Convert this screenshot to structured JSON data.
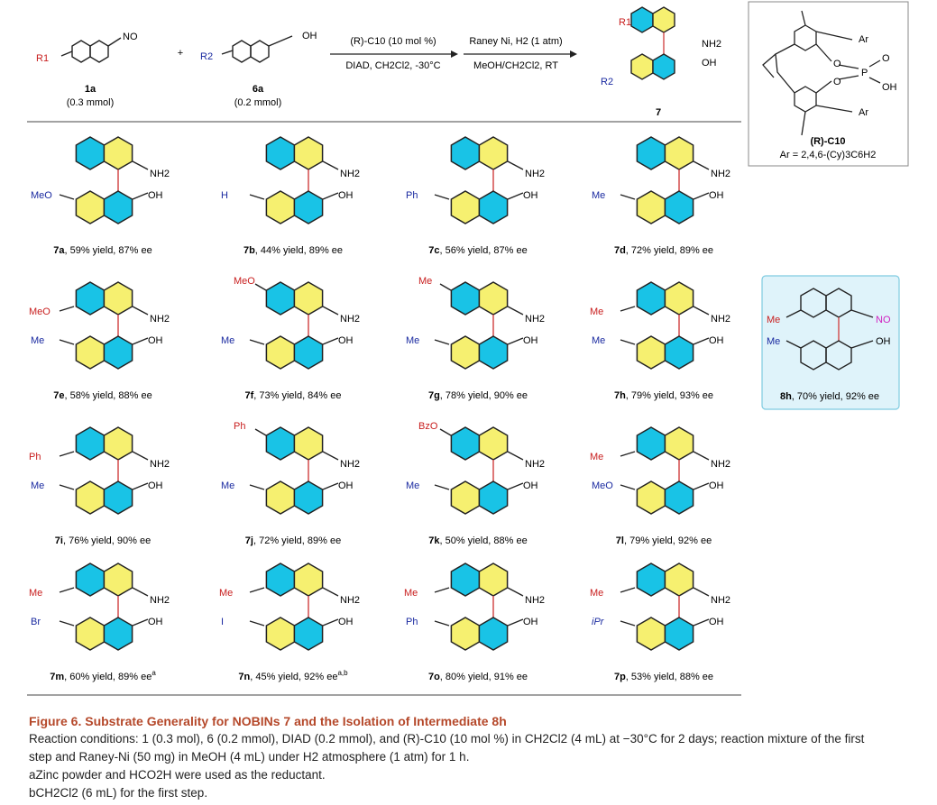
{
  "colors": {
    "blue_ring": "#19c3e6",
    "yellow_ring": "#f6f070",
    "red_label": "#c81e1e",
    "blue_label": "#1a2aa0",
    "magenta_label": "#d020c0",
    "caption_title": "#b5482a",
    "highlight_fill": "#dff3fa",
    "highlight_stroke": "#7fcbe0",
    "bond_red": "#d34a4a"
  },
  "reaction": {
    "reagent1": {
      "sub": "R1",
      "group": "NO",
      "label": "1a",
      "amount": "(0.3 mmol)"
    },
    "plus": "+",
    "reagent2": {
      "sub": "R2",
      "group": "OH",
      "label": "6a",
      "amount": "(0.2 mmol)"
    },
    "arrow1_top": "(R)-C10 (10 mol %)",
    "arrow1_bottom": "DIAD, CH2Cl2, -30°C",
    "arrow2_top": "Raney Ni, H2 (1 atm)",
    "arrow2_bottom": "MeOH/CH2Cl2, RT",
    "product": {
      "r1": "R1",
      "r2": "R2",
      "nh2": "NH2",
      "oh": "OH",
      "label": "7"
    }
  },
  "catalyst": {
    "ar": "Ar",
    "o": "O",
    "p": "P",
    "oh": "OH",
    "name": "(R)-C10",
    "ar_def": "Ar = 2,4,6-(Cy)3C6H2"
  },
  "compounds": [
    {
      "id": "7a",
      "rest": ", 59% yield, 87% ee",
      "top_sub": "",
      "mid_sub": "",
      "bot_sub": "MeO",
      "top_ring": "blue",
      "bot_ring": "yellow"
    },
    {
      "id": "7b",
      "rest": ", 44% yield, 89% ee",
      "top_sub": "",
      "mid_sub": "",
      "bot_sub": "H",
      "top_ring": "blue",
      "bot_ring": "yellow"
    },
    {
      "id": "7c",
      "rest": ", 56% yield, 87% ee",
      "top_sub": "",
      "mid_sub": "",
      "bot_sub": "Ph",
      "top_ring": "blue",
      "bot_ring": "yellow"
    },
    {
      "id": "7d",
      "rest": ", 72% yield, 89% ee",
      "top_sub": "",
      "mid_sub": "",
      "bot_sub": "Me",
      "top_ring": "blue",
      "bot_ring": "yellow"
    },
    {
      "id": "7e",
      "rest": ", 58% yield, 88% ee",
      "top_sub": "",
      "mid_sub": "MeO",
      "bot_sub": "Me",
      "top_ring": "blue",
      "bot_ring": "yellow"
    },
    {
      "id": "7f",
      "rest": ", 73% yield, 84% ee",
      "top_sub": "MeO",
      "mid_sub": "",
      "bot_sub": "Me",
      "top_ring": "blue",
      "bot_ring": "yellow"
    },
    {
      "id": "7g",
      "rest": ", 78% yield, 90% ee",
      "top_sub": "Me",
      "mid_sub": "",
      "bot_sub": "Me",
      "top_ring": "blue",
      "bot_ring": "yellow"
    },
    {
      "id": "7h",
      "rest": ", 79% yield, 93% ee",
      "top_sub": "",
      "mid_sub": "Me",
      "bot_sub": "Me",
      "top_ring": "blue",
      "bot_ring": "yellow"
    },
    {
      "id": "7i",
      "rest": ", 76% yield, 90% ee",
      "top_sub": "",
      "mid_sub": "Ph",
      "bot_sub": "Me",
      "top_ring": "blue",
      "bot_ring": "yellow"
    },
    {
      "id": "7j",
      "rest": ", 72% yield, 89% ee",
      "top_sub": "Ph",
      "mid_sub": "",
      "bot_sub": "Me",
      "top_ring": "blue",
      "bot_ring": "yellow"
    },
    {
      "id": "7k",
      "rest": ", 50% yield, 88% ee",
      "top_sub": "BzO",
      "mid_sub": "",
      "bot_sub": "Me",
      "top_ring": "blue",
      "bot_ring": "yellow"
    },
    {
      "id": "7l",
      "rest": ", 79% yield, 92% ee",
      "top_sub": "",
      "mid_sub": "Me",
      "bot_sub": "MeO",
      "top_ring": "blue",
      "bot_ring": "yellow"
    },
    {
      "id": "7m",
      "rest": ", 60% yield, 89% ee",
      "sup": "a",
      "top_sub": "",
      "mid_sub": "Me",
      "bot_sub": "Br",
      "top_ring": "blue",
      "bot_ring": "yellow"
    },
    {
      "id": "7n",
      "rest": ", 45% yield, 92% ee",
      "sup": "a,b",
      "top_sub": "",
      "mid_sub": "Me",
      "bot_sub": "I",
      "top_ring": "blue",
      "bot_ring": "yellow"
    },
    {
      "id": "7o",
      "rest": ", 80% yield, 91% ee",
      "top_sub": "",
      "mid_sub": "Me",
      "bot_sub": "Ph",
      "top_ring": "blue",
      "bot_ring": "yellow"
    },
    {
      "id": "7p",
      "rest": ", 53% yield, 88% ee",
      "top_sub": "",
      "mid_sub": "Me",
      "bot_sub": "iPr",
      "top_ring": "blue",
      "bot_ring": "yellow"
    }
  ],
  "intermediate": {
    "id": "8h",
    "rest": ", 70% yield, 92% ee",
    "mid_sub": "Me",
    "bot_sub": "Me",
    "group": "NO",
    "oh": "OH"
  },
  "caption": {
    "title": "Figure 6. Substrate Generality for NOBINs 7 and the Isolation of Intermediate 8h",
    "line1": "Reaction conditions: 1 (0.3 mol), 6 (0.2 mmol), DIAD (0.2 mmol), and (R)-C10 (10 mol %) in CH2Cl2 (4 mL) at −30°C for 2 days; reaction mixture of the first",
    "line2": "step and Raney-Ni (50 mg) in MeOH (4 mL) under H2 atmosphere (1 atm) for 1 h.",
    "note_a": "aZinc powder and HCO2H were used as the reductant.",
    "note_b": "bCH2Cl2 (6 mL) for the first step."
  }
}
